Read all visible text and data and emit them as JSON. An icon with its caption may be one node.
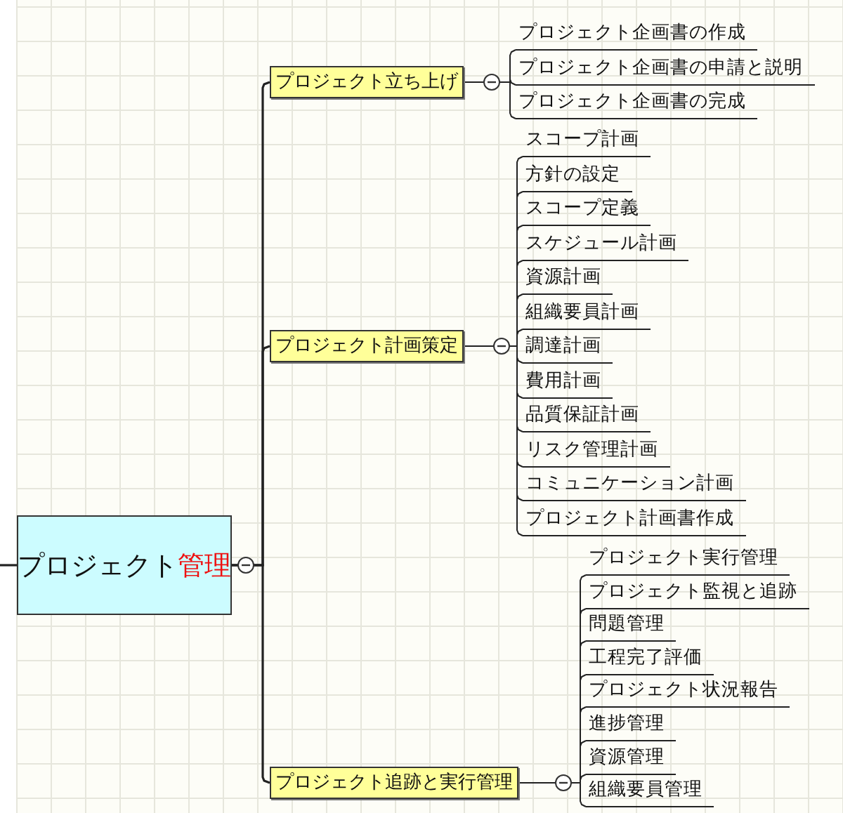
{
  "diagram": {
    "nodes": [
      {
        "text": [
          "プロジェクト",
          "管理"
        ]
      },
      {
        "text": [
          "プロジェクト立ち上げ"
        ]
      },
      {
        "text": [
          "プロジェクト企画書の作成"
        ]
      },
      {
        "text": [
          "プロジェクト企画書の申請と説明"
        ]
      },
      {
        "text": [
          "プロジェクト企画書の完成"
        ]
      },
      {
        "text": [
          "プロジェクト計画策定"
        ]
      },
      {
        "text": [
          "スコープ計画"
        ]
      },
      {
        "text": [
          "方針の設定"
        ]
      },
      {
        "text": [
          "スコープ定義"
        ]
      },
      {
        "text": [
          "スケジュール計画"
        ]
      },
      {
        "text": [
          "資源計画"
        ]
      },
      {
        "text": [
          "組織要員計画"
        ]
      },
      {
        "text": [
          "調達計画"
        ]
      },
      {
        "text": [
          "費用計画"
        ]
      },
      {
        "text": [
          "品質保証計画"
        ]
      },
      {
        "text": [
          "リスク管理計画"
        ]
      },
      {
        "text": [
          "コミュニケーション計画"
        ]
      },
      {
        "text": [
          "プロジェクト計画書作成"
        ]
      },
      {
        "text": [
          "プロジェクト追跡と実行管理"
        ]
      },
      {
        "text": [
          "プロジェクト実行管理"
        ]
      },
      {
        "text": [
          "プロジェクト監視と追跡"
        ]
      },
      {
        "text": [
          "問題管理"
        ]
      },
      {
        "text": [
          "工程完了評価"
        ]
      },
      {
        "text": [
          "プロジェクト状況報告"
        ]
      },
      {
        "text": [
          "進捗管理"
        ]
      },
      {
        "text": [
          "資源管理"
        ]
      },
      {
        "text": [
          "組織要員管理"
        ]
      }
    ],
    "edges": [
      {
        "from": null,
        "to": 0,
        "arrow": "none"
      },
      {
        "from": 0,
        "to": 1,
        "arrow": "none"
      },
      {
        "from": 0,
        "to": 5,
        "arrow": "none"
      },
      {
        "from": 0,
        "to": 18,
        "arrow": "none"
      },
      {
        "from": 1,
        "to": 2,
        "arrow": "none"
      },
      {
        "from": 1,
        "to": 3,
        "arrow": "none"
      },
      {
        "from": 1,
        "to": 4,
        "arrow": "none"
      },
      {
        "from": 5,
        "to": 6,
        "arrow": "none"
      },
      {
        "from": 5,
        "to": 7,
        "arrow": "none"
      },
      {
        "from": 5,
        "to": 8,
        "arrow": "none"
      },
      {
        "from": 5,
        "to": 9,
        "arrow": "none"
      },
      {
        "from": 5,
        "to": 10,
        "arrow": "none"
      },
      {
        "from": 5,
        "to": 11,
        "arrow": "none"
      },
      {
        "from": 5,
        "to": 12,
        "arrow": "none"
      },
      {
        "from": 5,
        "to": 13,
        "arrow": "none"
      },
      {
        "from": 5,
        "to": 14,
        "arrow": "none"
      },
      {
        "from": 5,
        "to": 15,
        "arrow": "none"
      },
      {
        "from": 5,
        "to": 16,
        "arrow": "none"
      },
      {
        "from": 5,
        "to": 17,
        "arrow": "none"
      },
      {
        "from": 18,
        "to": 19,
        "arrow": "none"
      },
      {
        "from": 18,
        "to": 20,
        "arrow": "none"
      },
      {
        "from": 18,
        "to": 21,
        "arrow": "none"
      },
      {
        "from": 18,
        "to": 22,
        "arrow": "none"
      },
      {
        "from": 18,
        "to": 23,
        "arrow": "none"
      },
      {
        "from": 18,
        "to": 24,
        "arrow": "none"
      },
      {
        "from": 18,
        "to": 25,
        "arrow": "none"
      },
      {
        "from": 18,
        "to": 26,
        "arrow": "none"
      }
    ]
  }
}
